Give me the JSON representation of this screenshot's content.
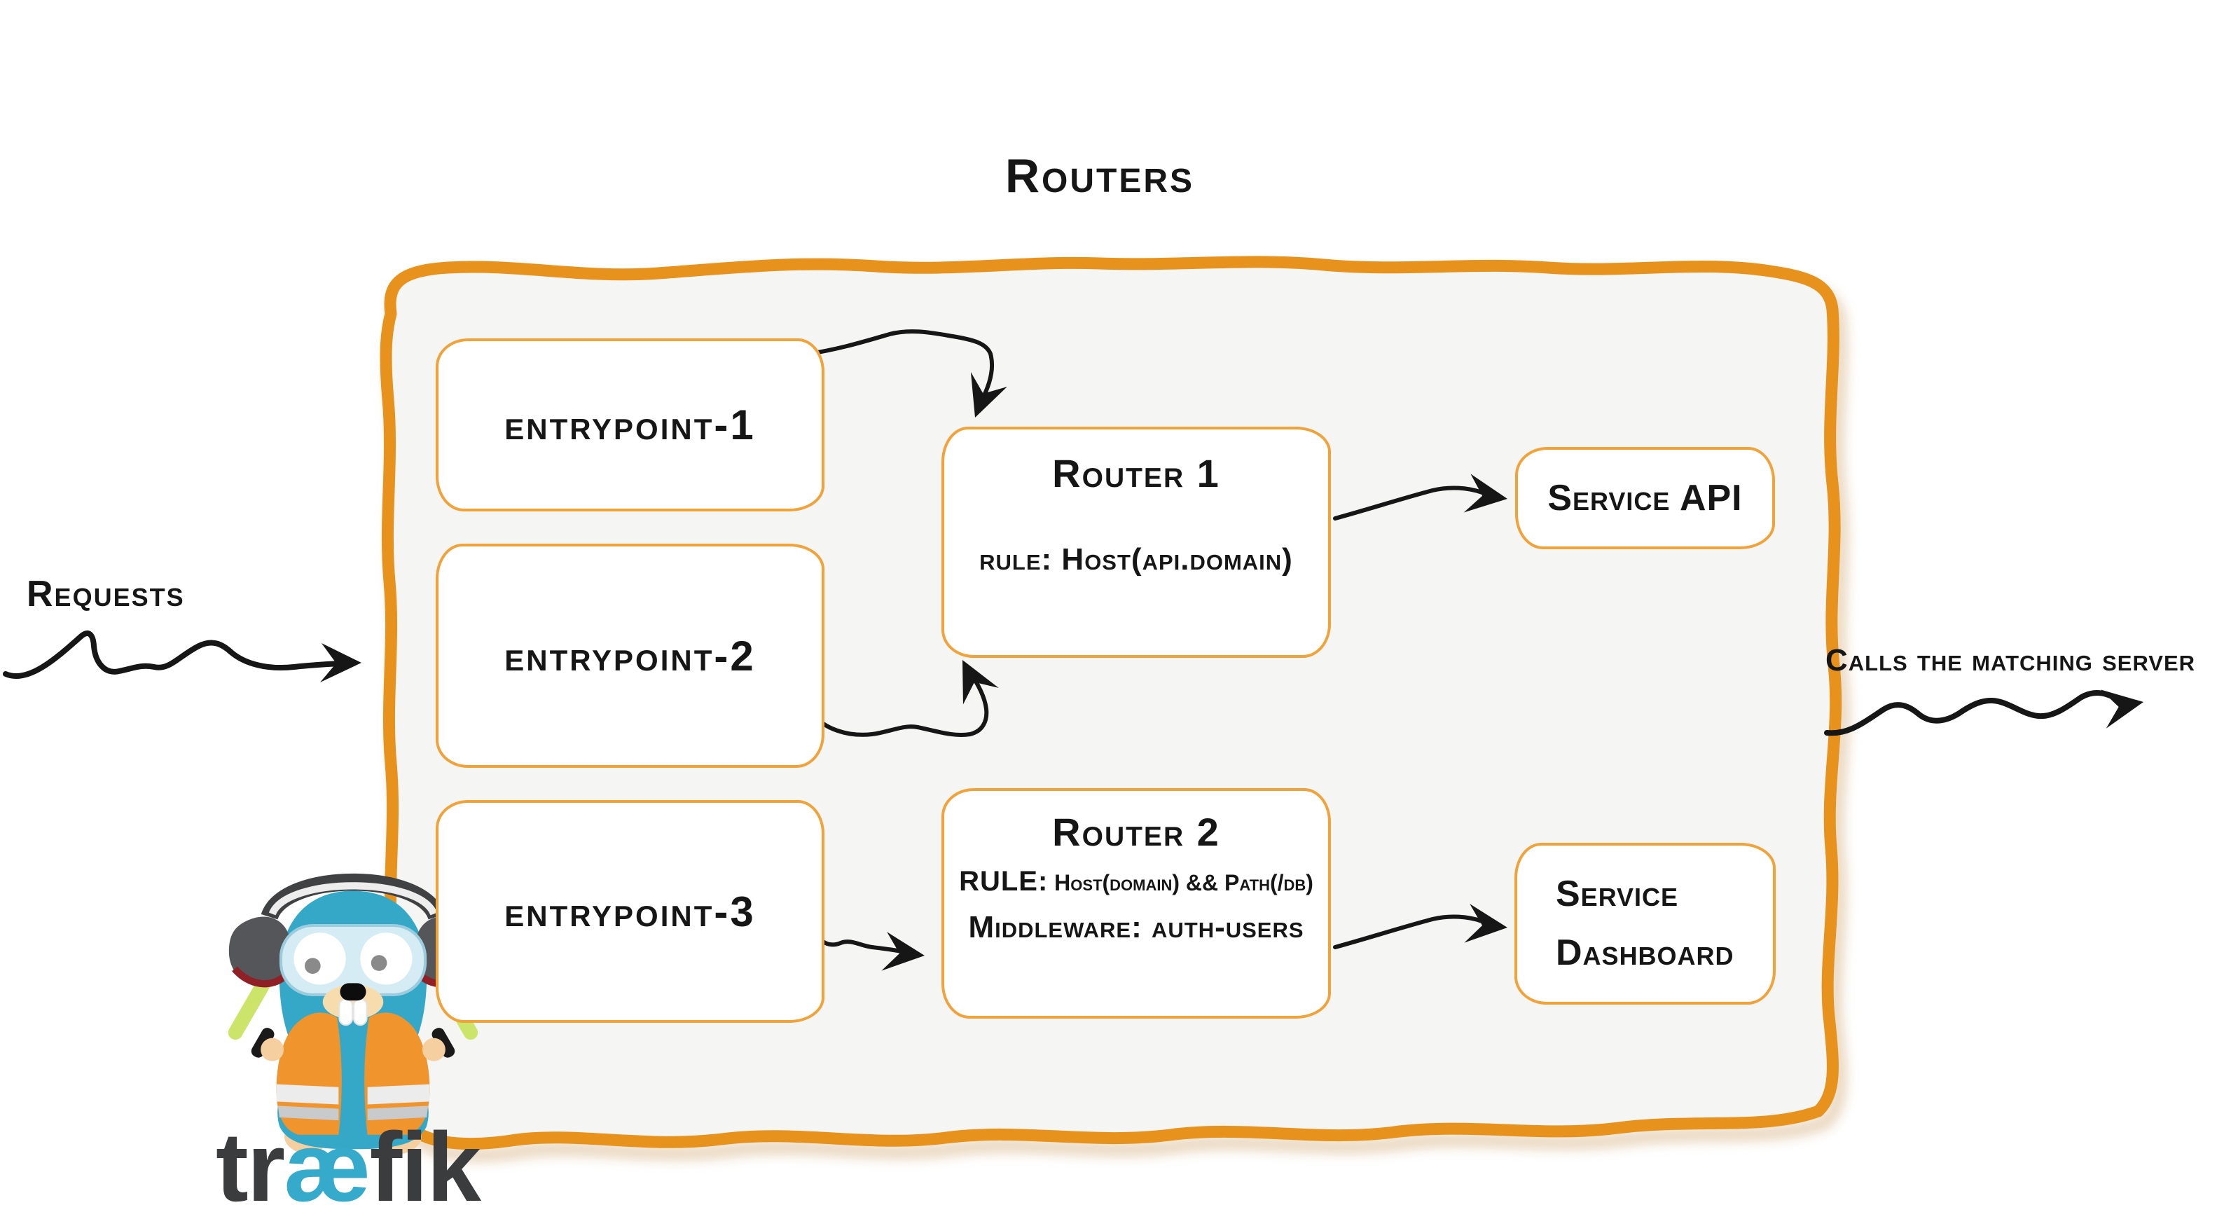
{
  "diagram": {
    "title": "Routers",
    "requests_label": "Requests",
    "output_label": "Calls the matching server"
  },
  "entrypoints": [
    {
      "label": "entrypoint-1"
    },
    {
      "label": "entrypoint-2"
    },
    {
      "label": "entrypoint-3"
    }
  ],
  "routers": [
    {
      "name": "Router 1",
      "rule": "rule: Host(api.domain)"
    },
    {
      "name": "Router 2",
      "rule_prefix": "RULE:",
      "rule_value": "Host(domain) && Path(/db)",
      "middleware": "Middleware: auth-users"
    }
  ],
  "services": [
    {
      "label": "Service API"
    },
    {
      "label_line1": "Service",
      "label_line2": "Dashboard"
    }
  ],
  "logo": {
    "part1": "tr",
    "part2": "æ",
    "part3": "fik"
  },
  "colors": {
    "container_border_orange": "#E8921E",
    "box_border_orange": "#F0A23B",
    "container_fill": "#F5F5F4",
    "arrow_black": "#161616",
    "gopher_blue": "#35A8C8",
    "vest_orange": "#F0942E",
    "baton_green": "#CDE46A",
    "logo_gray": "#3A3C3E",
    "logo_blue": "#35AACB"
  }
}
